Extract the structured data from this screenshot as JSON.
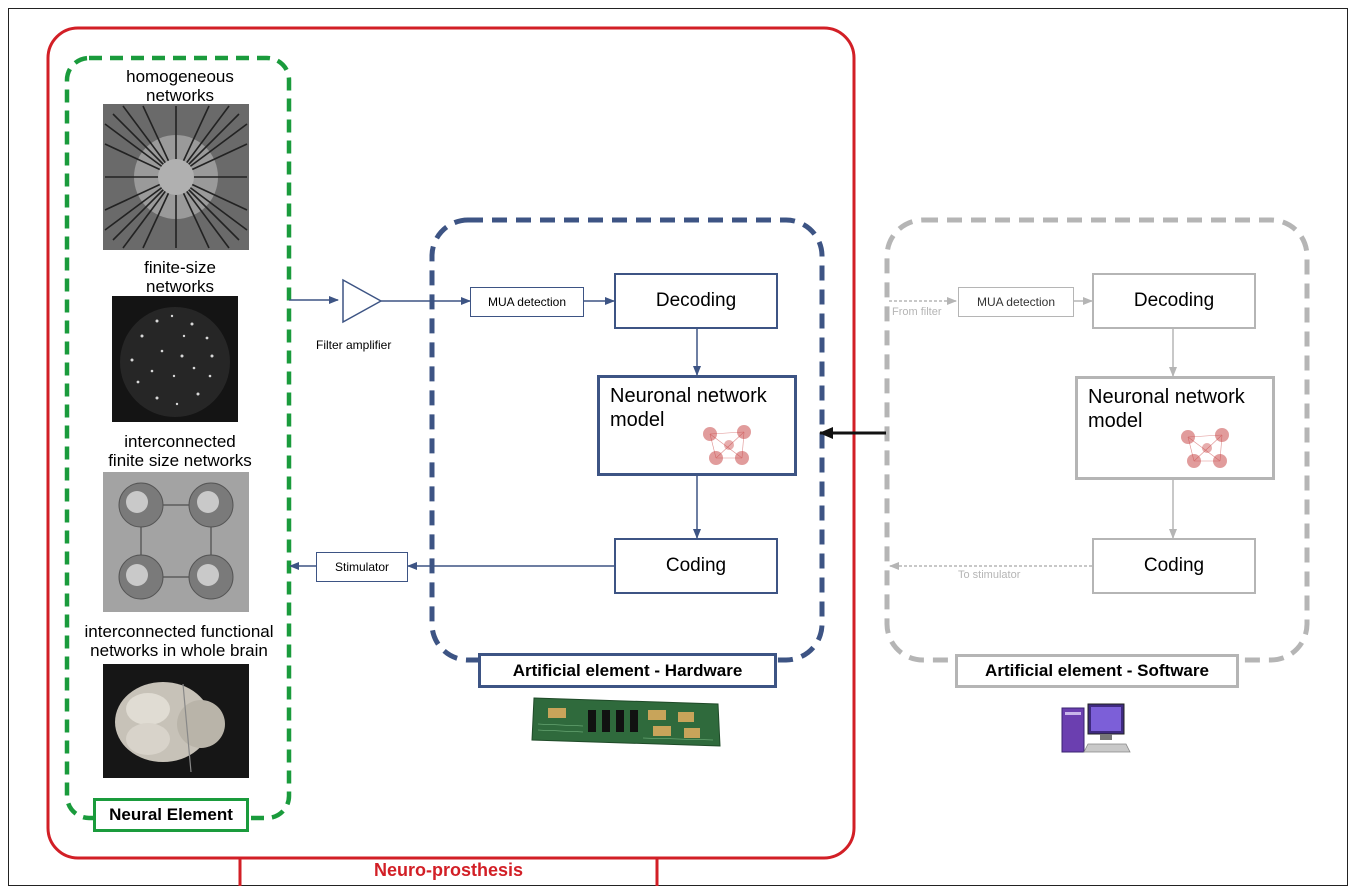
{
  "figure": {
    "neuroprosthesis_label": "Neuro-prosthesis",
    "neural_element": {
      "tag": "Neural Element",
      "items": [
        {
          "caption_line1": "homogeneous",
          "caption_line2": "networks"
        },
        {
          "caption_line1": "finite-size",
          "caption_line2": "networks"
        },
        {
          "caption_line1": "interconnected",
          "caption_line2": "finite size networks"
        },
        {
          "caption_line1": "interconnected functional",
          "caption_line2": "networks in whole brain"
        }
      ]
    },
    "filter_amplifier_label": "Filter amplifier",
    "stimulator_label": "Stimulator",
    "hardware": {
      "tag": "Artificial element - Hardware",
      "mua_label": "MUA detection",
      "decoding_label": "Decoding",
      "model_line1": "Neuronal network",
      "model_line2": "model",
      "coding_label": "Coding"
    },
    "software": {
      "tag": "Artificial element - Software",
      "mua_label": "MUA detection",
      "decoding_label": "Decoding",
      "model_line1": "Neuronal network",
      "model_line2": "model",
      "coding_label": "Coding",
      "from_filter_label": "From filter",
      "to_stimulator_label": "To stimulator"
    },
    "colors": {
      "neuroprosthesis_red": "#d21f26",
      "neural_green": "#1a9b3c",
      "hardware_blue": "#3d5484",
      "software_gray": "#b5b5b5"
    }
  }
}
